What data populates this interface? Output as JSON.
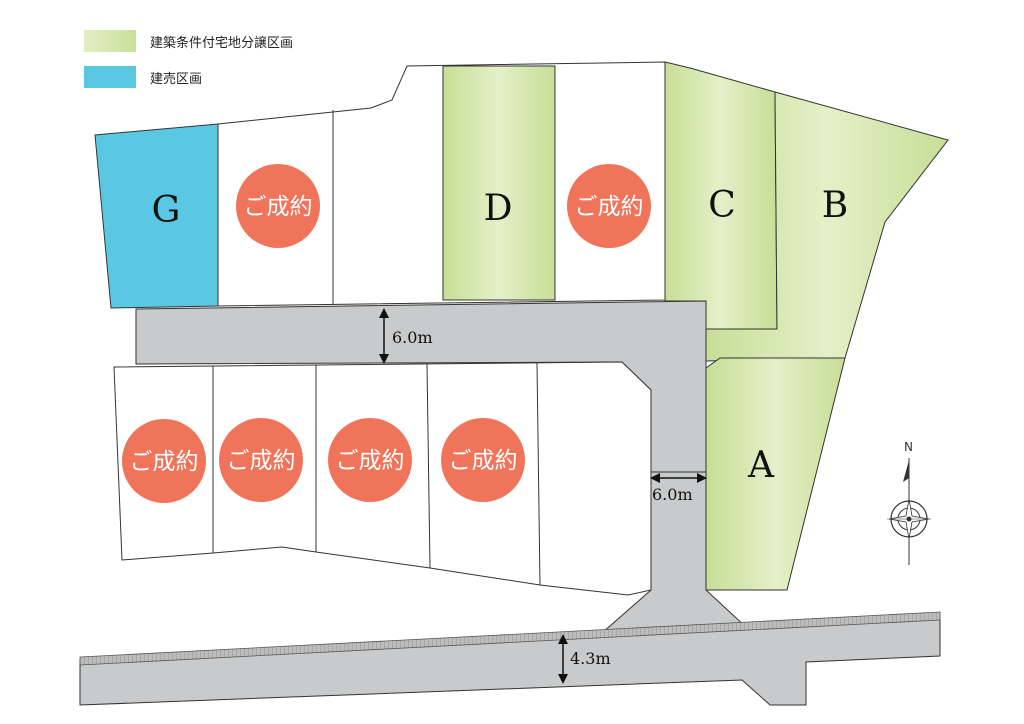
{
  "legend": {
    "conditional": {
      "label": "建築条件付宅地分譲区画",
      "color": "#d3e6a6"
    },
    "ready_built": {
      "label": "建売区画",
      "color": "#5bc8e3"
    }
  },
  "lots": {
    "A": "A",
    "B": "B",
    "C": "C",
    "D": "D",
    "G": "G"
  },
  "sold_label": "ご成約",
  "sold_color": "#ef745a",
  "roads": {
    "upper_width": "6.0m",
    "side_width": "6.0m",
    "main_width": "4.3m",
    "color": "#c9cacb"
  },
  "compass": {
    "north": "N"
  }
}
